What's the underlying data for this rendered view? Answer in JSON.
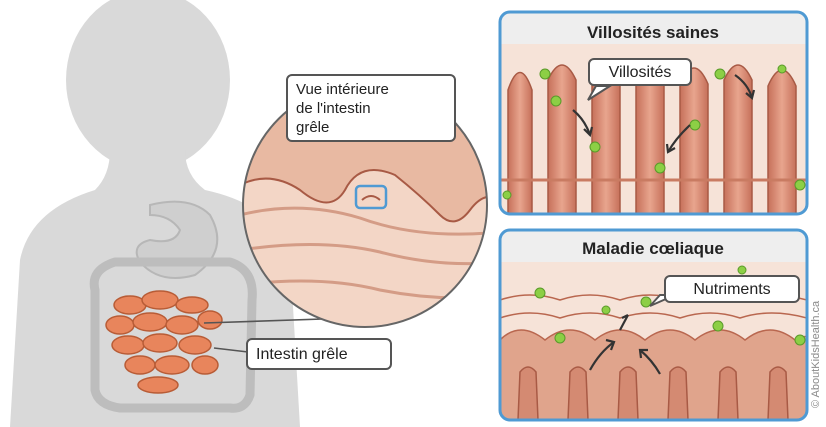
{
  "labels": {
    "inner_view": [
      "Vue intérieure",
      "de l'intestin",
      "grêle"
    ],
    "small_intestine": "Intestin grêle",
    "villi": "Villosités",
    "nutrients": "Nutriments"
  },
  "panels": {
    "healthy_title": "Villosités saines",
    "celiac_title": "Maladie cœliaque"
  },
  "credit": "© AboutKidsHealth.ca",
  "colors": {
    "silhouette": "#d9d9d9",
    "villi": "#d98f78",
    "villi_dark": "#b9674f",
    "nutrient": "#8ccf45",
    "panel_border": "#4f9ad3",
    "intestine": "#e8855c"
  }
}
